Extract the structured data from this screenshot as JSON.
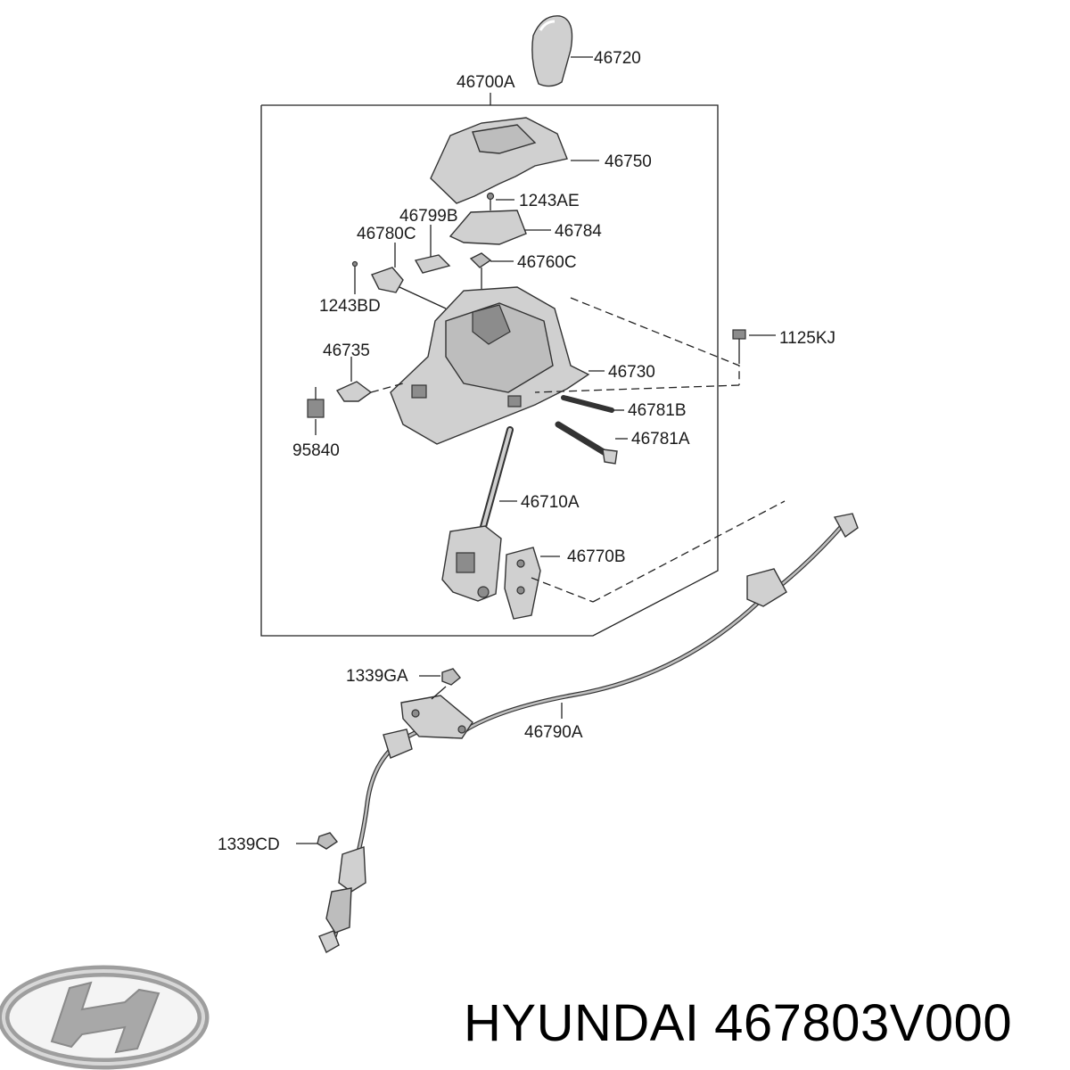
{
  "callouts": {
    "p46720": "46720",
    "p46700A": "46700A",
    "p46750": "46750",
    "p1243AE": "1243AE",
    "p46799B": "46799B",
    "p46784": "46784",
    "p46780C": "46780C",
    "p46760C": "46760C",
    "p1243BD": "1243BD",
    "p1125KJ": "1125KJ",
    "p46735": "46735",
    "p46730": "46730",
    "p46781B": "46781B",
    "p95840": "95840",
    "p46781A": "46781A",
    "p46710A": "46710A",
    "p46770B": "46770B",
    "p1339GA": "1339GA",
    "p46790A": "46790A",
    "p1339CD": "1339CD"
  },
  "caption": {
    "brand": "HYUNDAI",
    "part_number": "467803V000"
  },
  "logo": {
    "icon": "hyundai-logo-icon",
    "color": "#a8a8a8"
  }
}
